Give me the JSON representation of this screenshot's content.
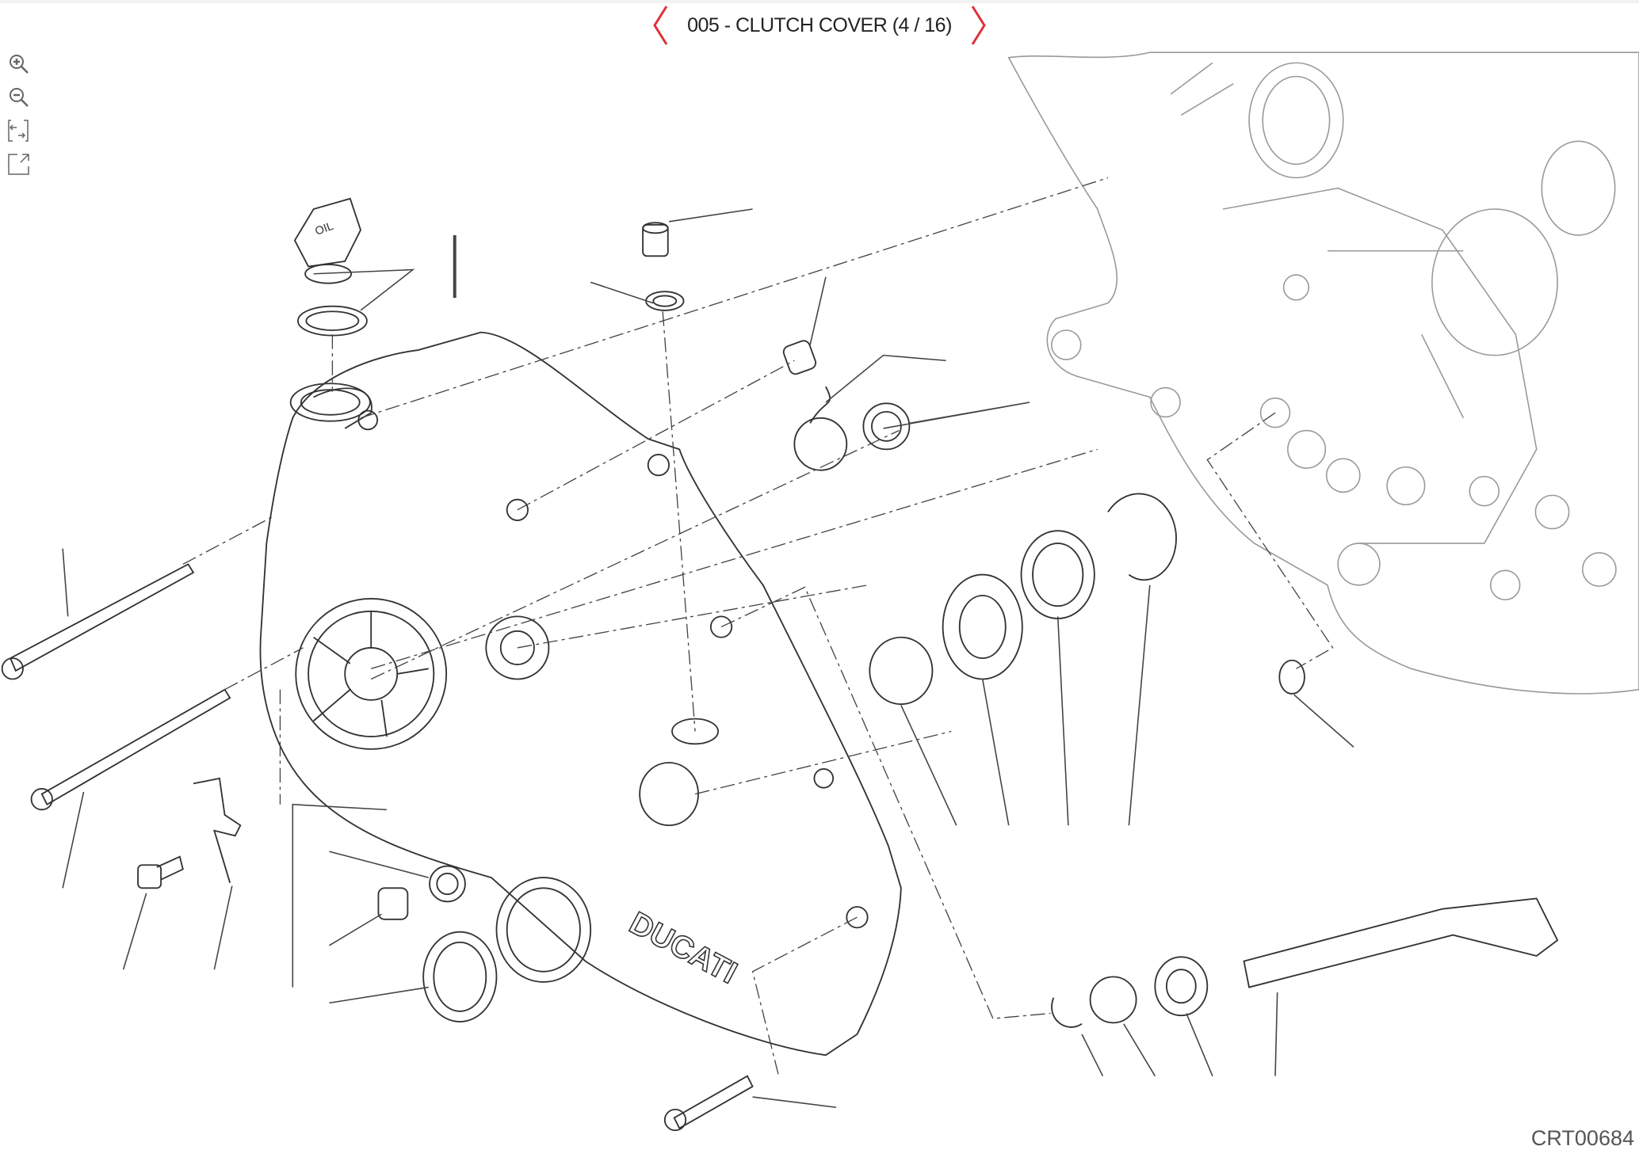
{
  "header": {
    "title": "005 - CLUTCH COVER (4 / 16)",
    "prev_icon": "chevron-left-icon",
    "next_icon": "chevron-right-icon",
    "accent_color": "#e0303a"
  },
  "toolbar": {
    "items": [
      {
        "name": "zoom-in",
        "icon": "zoom-in-icon"
      },
      {
        "name": "zoom-out",
        "icon": "zoom-out-icon"
      },
      {
        "name": "fit-to-screen",
        "icon": "fit-screen-icon"
      },
      {
        "name": "open-new-window",
        "icon": "external-link-icon"
      }
    ]
  },
  "drawing": {
    "code": "CRT00684",
    "cover_logo": "DUCATI",
    "oil_cap_text": "OIL"
  }
}
